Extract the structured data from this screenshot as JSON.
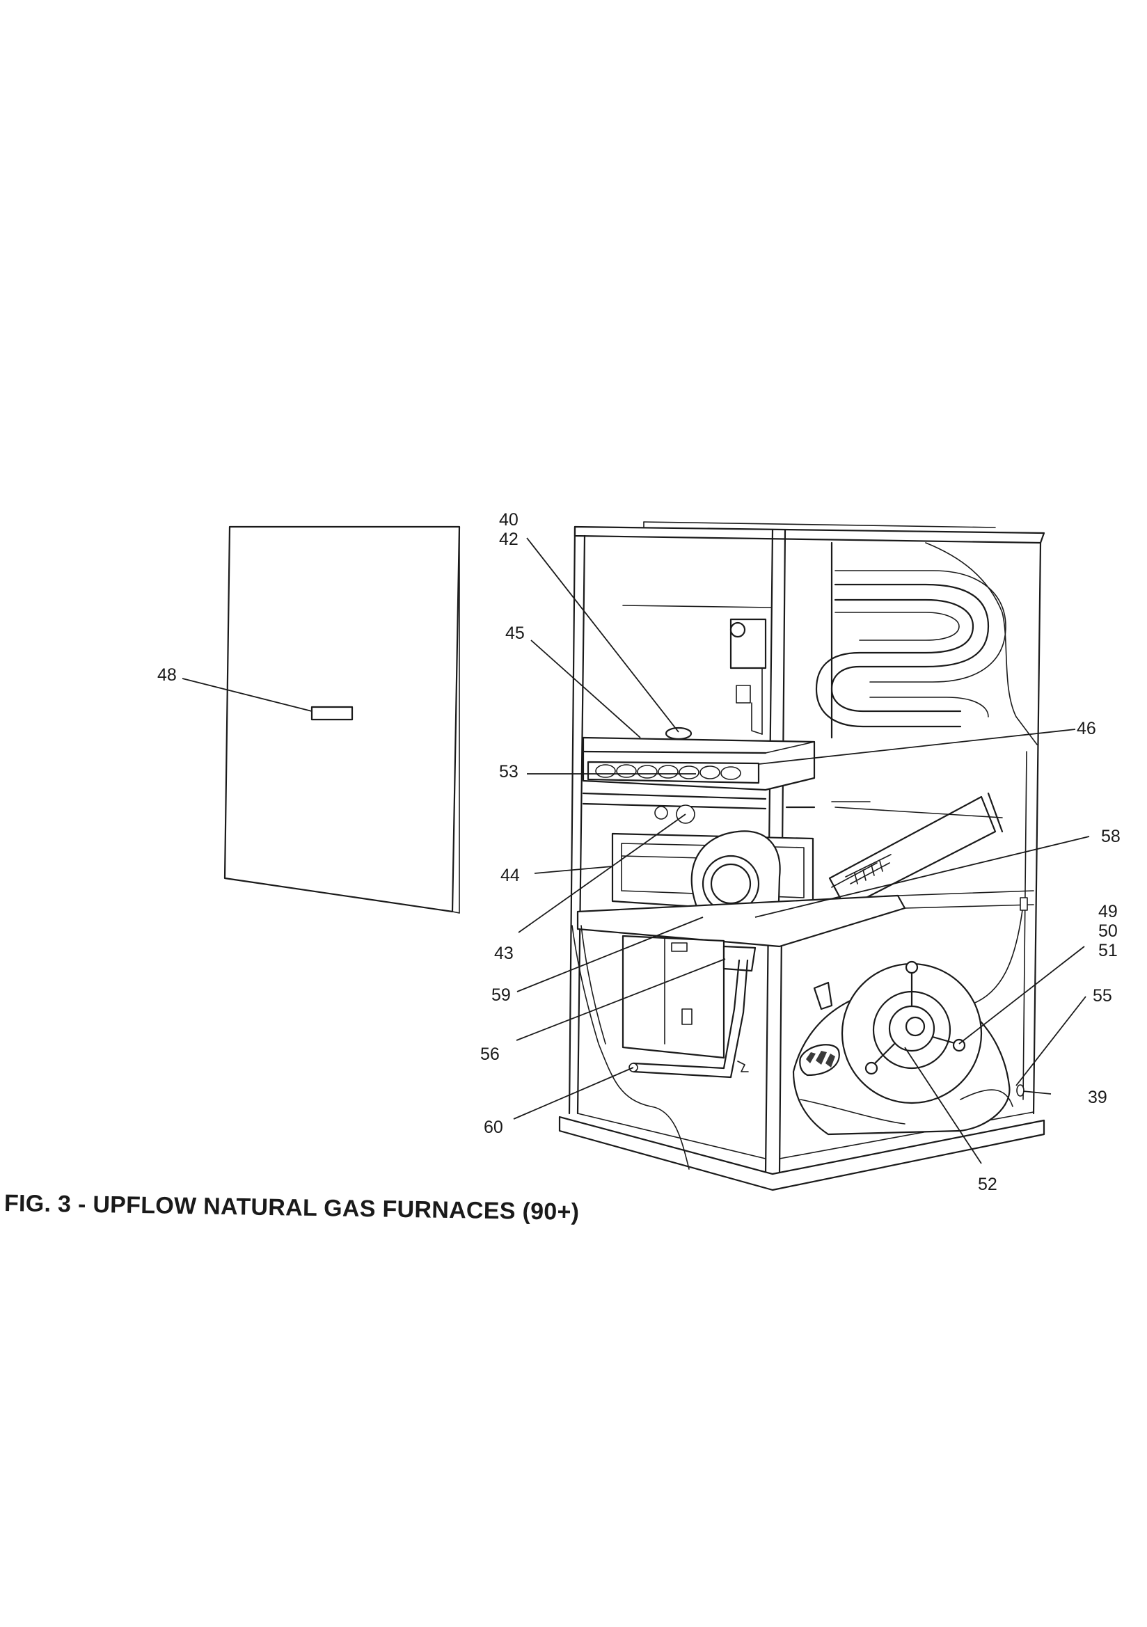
{
  "figure": {
    "caption": "FIG. 3 - UPFLOW NATURAL GAS FURNACES (90+)",
    "callouts": [
      {
        "id": "48",
        "label": "48"
      },
      {
        "id": "40",
        "label": "40"
      },
      {
        "id": "42",
        "label": "42"
      },
      {
        "id": "45",
        "label": "45"
      },
      {
        "id": "46",
        "label": "46"
      },
      {
        "id": "53",
        "label": "53"
      },
      {
        "id": "58",
        "label": "58"
      },
      {
        "id": "44",
        "label": "44"
      },
      {
        "id": "43",
        "label": "43"
      },
      {
        "id": "49",
        "label": "49"
      },
      {
        "id": "50",
        "label": "50"
      },
      {
        "id": "51",
        "label": "51"
      },
      {
        "id": "55",
        "label": "55"
      },
      {
        "id": "59",
        "label": "59"
      },
      {
        "id": "56",
        "label": "56"
      },
      {
        "id": "39",
        "label": "39"
      },
      {
        "id": "60",
        "label": "60"
      },
      {
        "id": "52",
        "label": "52"
      }
    ]
  }
}
